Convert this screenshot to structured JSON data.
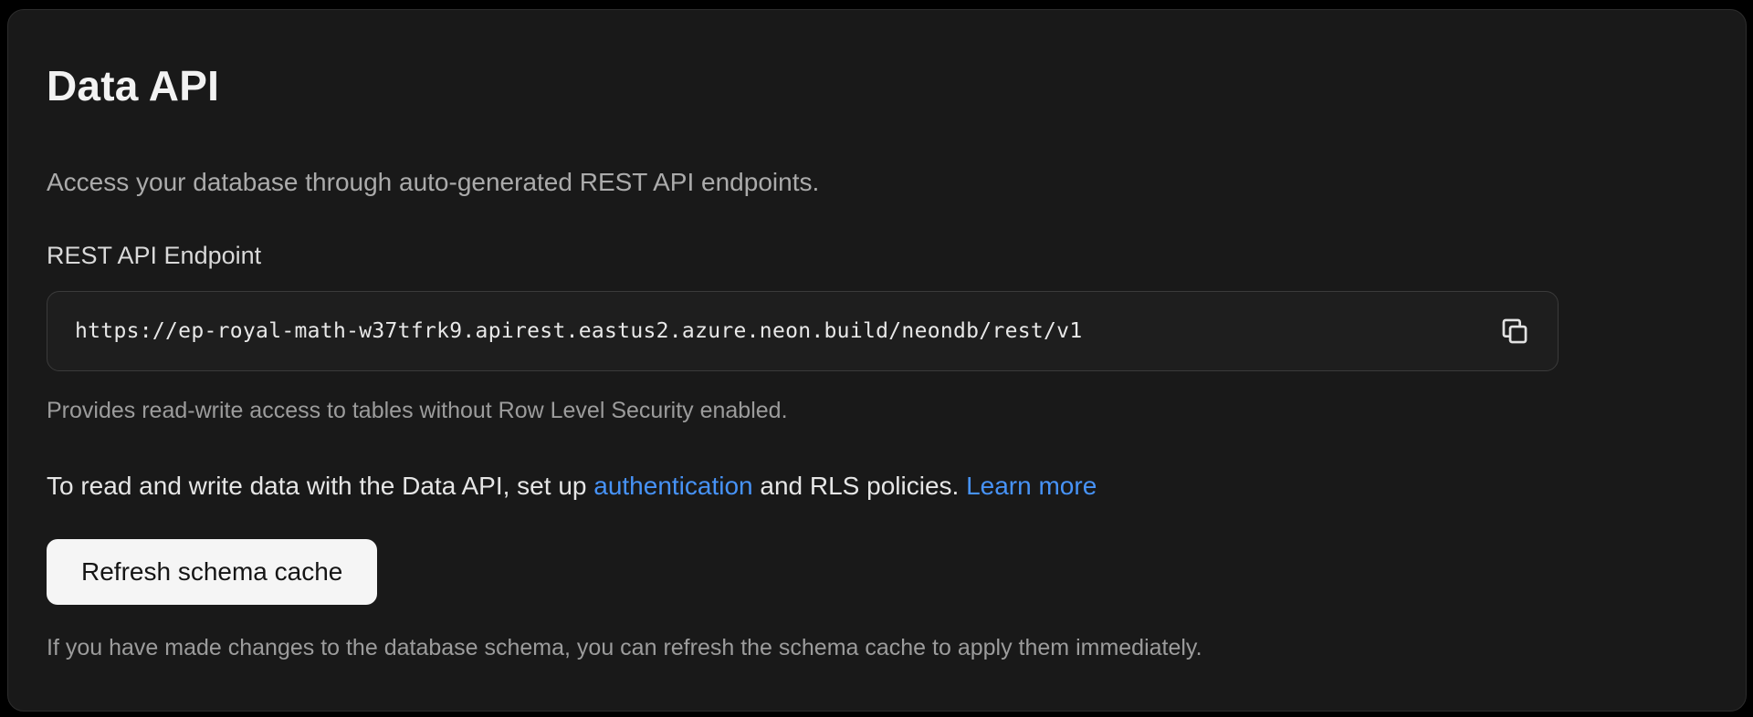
{
  "panel": {
    "title": "Data API",
    "description": "Access your database through auto-generated REST API endpoints.",
    "endpoint": {
      "label": "REST API Endpoint",
      "url": "https://ep-royal-math-w37tfrk9.apirest.eastus2.azure.neon.build/neondb/rest/v1",
      "copy_icon": "copy-icon",
      "helper": "Provides read-write access to tables without Row Level Security enabled."
    },
    "rls_note": {
      "before_auth": "To read and write data with the Data API, set up ",
      "auth_link": "authentication",
      "middle": " and RLS policies. ",
      "learn_more_link": "Learn more"
    },
    "refresh": {
      "button_label": "Refresh schema cache",
      "helper": "If you have made changes to the database schema, you can refresh the schema cache to apply them immediately."
    }
  },
  "colors": {
    "page_bg": "#000000",
    "panel_bg": "#191919",
    "panel_border": "#2d2d2d",
    "input_bg": "#1e1e1e",
    "input_border": "#3b3b3b",
    "link_blue": "#4793f7",
    "button_bg": "#f5f5f5",
    "button_text": "#151515"
  }
}
